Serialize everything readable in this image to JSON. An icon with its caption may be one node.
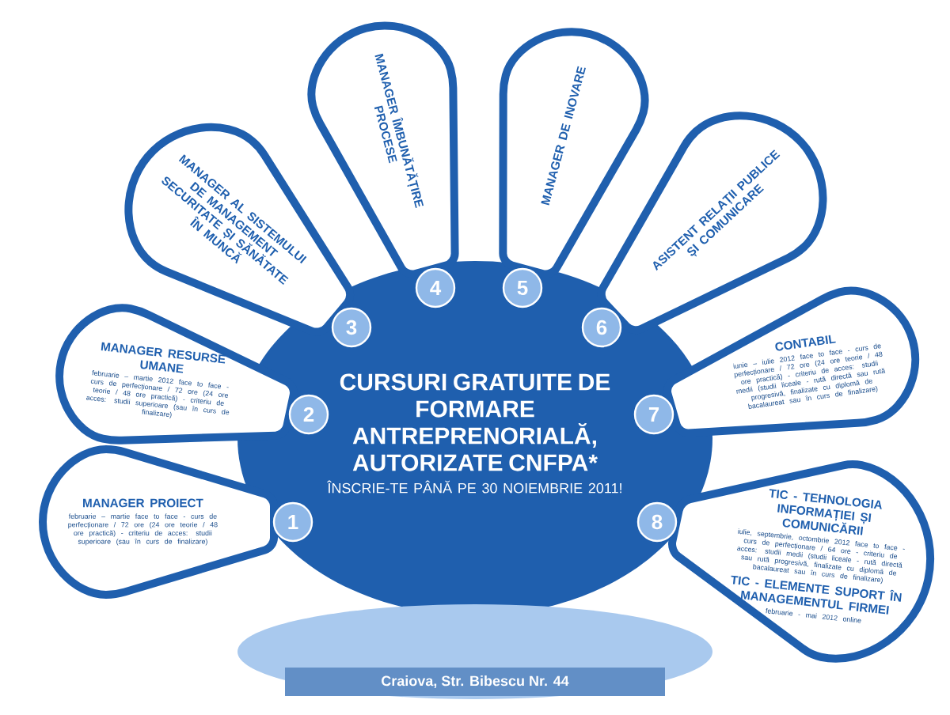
{
  "diagram": {
    "nodes": [
      {
        "text": [
          "CURSURI GRATUITE DE FORMARE ANTREPRENORIALĂ, AUTORIZATE CNFPA*",
          "ÎNSCRIE-TE PÂNĂ PE 30 NOIEMBRIE 2011!"
        ]
      },
      {
        "text": [
          "MANAGER PROIECT",
          "februarie – martie face to face - curs de perfecționare / 72 ore (24 ore teorie / 48 ore practică) - criteriu de acces: studii superioare (sau în curs de finalizare)"
        ]
      },
      {
        "text": [
          "MANAGER RESURSE UMANE",
          "februarie – martie 2012 face to face - curs de perfecționare / 72 ore (24 ore teorie / 48 ore practică) - criteriu de acces: studii superioare (sau în curs de finalizare)"
        ]
      },
      {
        "text": [
          "MANAGER AL SISTEMULUI DE MANAGEMENT SECURITATE ȘI SĂNĂTATE ÎN MUNCĂ"
        ]
      },
      {
        "text": [
          "MANAGER ÎMBUNĂTĂȚIRE PROCESE"
        ]
      },
      {
        "text": [
          "MANAGER DE INOVARE"
        ]
      },
      {
        "text": [
          "ASISTENT RELAȚII PUBLICE ȘI COMUNICARE"
        ]
      },
      {
        "text": [
          "CONTABIL",
          "iunie – iulie 2012 face to face - curs de perfecționare / 72 ore (24 ore teorie / 48 ore practică) - criteriu de acces: studii medii (studii liceale - rută directă sau rută progresivă, finalizate cu diplomă de bacalaureat sau în curs de finalizare)"
        ]
      },
      {
        "text": [
          "TIC - TEHNOLOGIA INFORMAȚIEI ȘI COMUNICĂRII",
          "iulie, septembrie, octombrie 2012 face to face - curs de perfecționare / 64 ore - criteriu de acces: studii medii (studii liceale - rută directă sau rută progresivă, finalizate cu diplomă de bacalaureat sau în curs de finalizare)",
          "TIC - ELEMENTE SUPORT ÎN MANAGEMENTUL FIRMEI",
          "februarie - mai 2012 online"
        ]
      },
      {
        "text": [
          "Craiova, Str. Bibescu Nr. 44"
        ]
      }
    ],
    "labels": [
      "3",
      "4",
      "5",
      "6",
      "2",
      "7",
      "1",
      "8"
    ]
  }
}
